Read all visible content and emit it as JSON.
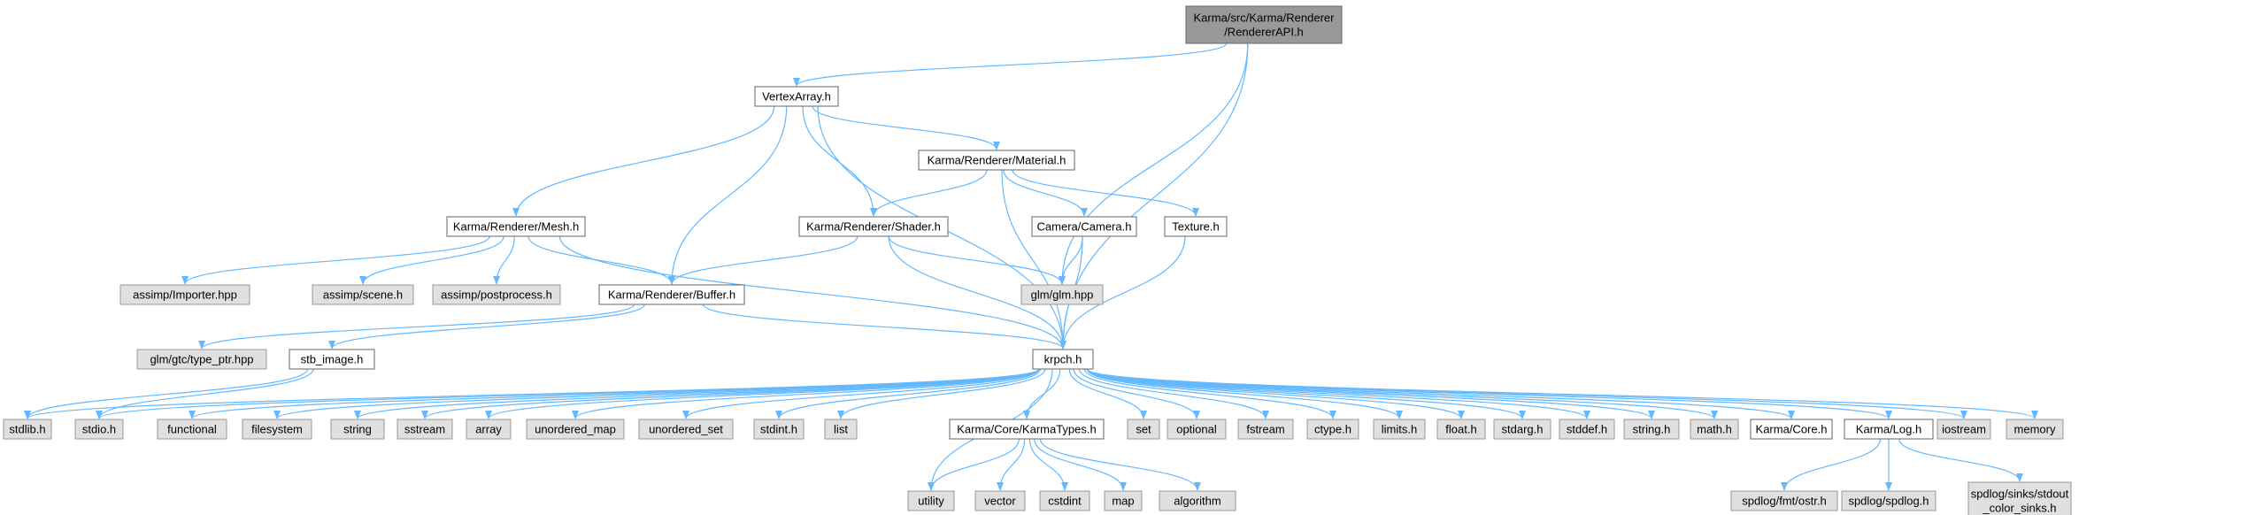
{
  "diagram": {
    "title": "",
    "colors": {
      "edge": "#63b8ff",
      "root_fill": "#999999",
      "file_fill": "#ffffff",
      "system_fill": "#e0e0e0",
      "border": "#666666"
    },
    "nodes": [
      {
        "id": "root",
        "kind": "root",
        "lines": [
          "Karma/src/Karma/Renderer",
          "/RendererAPI.h"
        ]
      },
      {
        "id": "vertexarray",
        "kind": "file",
        "lines": [
          "VertexArray.h"
        ]
      },
      {
        "id": "material",
        "kind": "file",
        "lines": [
          "Karma/Renderer/Material.h"
        ]
      },
      {
        "id": "mesh",
        "kind": "file",
        "lines": [
          "Karma/Renderer/Mesh.h"
        ]
      },
      {
        "id": "shader",
        "kind": "file",
        "lines": [
          "Karma/Renderer/Shader.h"
        ]
      },
      {
        "id": "camera",
        "kind": "file",
        "lines": [
          "Camera/Camera.h"
        ]
      },
      {
        "id": "texture",
        "kind": "file",
        "lines": [
          "Texture.h"
        ]
      },
      {
        "id": "importer",
        "kind": "system",
        "lines": [
          "assimp/Importer.hpp"
        ]
      },
      {
        "id": "scene",
        "kind": "system",
        "lines": [
          "assimp/scene.h"
        ]
      },
      {
        "id": "postprocess",
        "kind": "system",
        "lines": [
          "assimp/postprocess.h"
        ]
      },
      {
        "id": "buffer",
        "kind": "file",
        "lines": [
          "Karma/Renderer/Buffer.h"
        ]
      },
      {
        "id": "glm",
        "kind": "system",
        "lines": [
          "glm/glm.hpp"
        ]
      },
      {
        "id": "typeptr",
        "kind": "system",
        "lines": [
          "glm/gtc/type_ptr.hpp"
        ]
      },
      {
        "id": "stbimage",
        "kind": "file",
        "lines": [
          "stb_image.h"
        ]
      },
      {
        "id": "krpch",
        "kind": "file",
        "lines": [
          "krpch.h"
        ]
      },
      {
        "id": "stdlib",
        "kind": "system",
        "lines": [
          "stdlib.h"
        ]
      },
      {
        "id": "stdio",
        "kind": "system",
        "lines": [
          "stdio.h"
        ]
      },
      {
        "id": "functional",
        "kind": "system",
        "lines": [
          "functional"
        ]
      },
      {
        "id": "filesystem",
        "kind": "system",
        "lines": [
          "filesystem"
        ]
      },
      {
        "id": "string",
        "kind": "system",
        "lines": [
          "string"
        ]
      },
      {
        "id": "sstream",
        "kind": "system",
        "lines": [
          "sstream"
        ]
      },
      {
        "id": "array",
        "kind": "system",
        "lines": [
          "array"
        ]
      },
      {
        "id": "unordered_map",
        "kind": "system",
        "lines": [
          "unordered_map"
        ]
      },
      {
        "id": "unordered_set",
        "kind": "system",
        "lines": [
          "unordered_set"
        ]
      },
      {
        "id": "stdint",
        "kind": "system",
        "lines": [
          "stdint.h"
        ]
      },
      {
        "id": "list",
        "kind": "system",
        "lines": [
          "list"
        ]
      },
      {
        "id": "karmatypes",
        "kind": "file",
        "lines": [
          "Karma/Core/KarmaTypes.h"
        ]
      },
      {
        "id": "set",
        "kind": "system",
        "lines": [
          "set"
        ]
      },
      {
        "id": "optional",
        "kind": "system",
        "lines": [
          "optional"
        ]
      },
      {
        "id": "fstream",
        "kind": "system",
        "lines": [
          "fstream"
        ]
      },
      {
        "id": "ctype",
        "kind": "system",
        "lines": [
          "ctype.h"
        ]
      },
      {
        "id": "limits",
        "kind": "system",
        "lines": [
          "limits.h"
        ]
      },
      {
        "id": "float",
        "kind": "system",
        "lines": [
          "float.h"
        ]
      },
      {
        "id": "stdarg",
        "kind": "system",
        "lines": [
          "stdarg.h"
        ]
      },
      {
        "id": "stddef",
        "kind": "system",
        "lines": [
          "stddef.h"
        ]
      },
      {
        "id": "stringh",
        "kind": "system",
        "lines": [
          "string.h"
        ]
      },
      {
        "id": "math",
        "kind": "system",
        "lines": [
          "math.h"
        ]
      },
      {
        "id": "core",
        "kind": "file",
        "lines": [
          "Karma/Core.h"
        ]
      },
      {
        "id": "log",
        "kind": "file",
        "lines": [
          "Karma/Log.h"
        ]
      },
      {
        "id": "iostream",
        "kind": "system",
        "lines": [
          "iostream"
        ]
      },
      {
        "id": "memory",
        "kind": "system",
        "lines": [
          "memory"
        ]
      },
      {
        "id": "utility",
        "kind": "system",
        "lines": [
          "utility"
        ]
      },
      {
        "id": "vector",
        "kind": "system",
        "lines": [
          "vector"
        ]
      },
      {
        "id": "cstdint",
        "kind": "system",
        "lines": [
          "cstdint"
        ]
      },
      {
        "id": "map",
        "kind": "system",
        "lines": [
          "map"
        ]
      },
      {
        "id": "algorithm",
        "kind": "system",
        "lines": [
          "algorithm"
        ]
      },
      {
        "id": "fmtostr",
        "kind": "system",
        "lines": [
          "spdlog/fmt/ostr.h"
        ]
      },
      {
        "id": "spdlog",
        "kind": "system",
        "lines": [
          "spdlog/spdlog.h"
        ]
      },
      {
        "id": "sinks",
        "kind": "system",
        "lines": [
          "spdlog/sinks/stdout",
          "_color_sinks.h"
        ]
      }
    ],
    "edges": [
      [
        "root",
        "vertexarray"
      ],
      [
        "root",
        "glm"
      ],
      [
        "root",
        "krpch"
      ],
      [
        "vertexarray",
        "mesh"
      ],
      [
        "vertexarray",
        "material"
      ],
      [
        "vertexarray",
        "shader"
      ],
      [
        "vertexarray",
        "buffer"
      ],
      [
        "vertexarray",
        "krpch"
      ],
      [
        "material",
        "shader"
      ],
      [
        "material",
        "camera"
      ],
      [
        "material",
        "texture"
      ],
      [
        "material",
        "krpch"
      ],
      [
        "mesh",
        "importer"
      ],
      [
        "mesh",
        "scene"
      ],
      [
        "mesh",
        "postprocess"
      ],
      [
        "mesh",
        "buffer"
      ],
      [
        "mesh",
        "krpch"
      ],
      [
        "shader",
        "buffer"
      ],
      [
        "shader",
        "glm"
      ],
      [
        "shader",
        "krpch"
      ],
      [
        "camera",
        "glm"
      ],
      [
        "camera",
        "krpch"
      ],
      [
        "texture",
        "krpch"
      ],
      [
        "buffer",
        "typeptr"
      ],
      [
        "buffer",
        "stbimage"
      ],
      [
        "buffer",
        "krpch"
      ],
      [
        "stbimage",
        "stdlib"
      ],
      [
        "stbimage",
        "stdio"
      ],
      [
        "krpch",
        "stdlib"
      ],
      [
        "krpch",
        "stdio"
      ],
      [
        "krpch",
        "functional"
      ],
      [
        "krpch",
        "filesystem"
      ],
      [
        "krpch",
        "string"
      ],
      [
        "krpch",
        "sstream"
      ],
      [
        "krpch",
        "array"
      ],
      [
        "krpch",
        "unordered_map"
      ],
      [
        "krpch",
        "unordered_set"
      ],
      [
        "krpch",
        "stdint"
      ],
      [
        "krpch",
        "list"
      ],
      [
        "krpch",
        "karmatypes"
      ],
      [
        "krpch",
        "set"
      ],
      [
        "krpch",
        "optional"
      ],
      [
        "krpch",
        "fstream"
      ],
      [
        "krpch",
        "ctype"
      ],
      [
        "krpch",
        "limits"
      ],
      [
        "krpch",
        "float"
      ],
      [
        "krpch",
        "stdarg"
      ],
      [
        "krpch",
        "stddef"
      ],
      [
        "krpch",
        "stringh"
      ],
      [
        "krpch",
        "math"
      ],
      [
        "krpch",
        "core"
      ],
      [
        "krpch",
        "log"
      ],
      [
        "krpch",
        "iostream"
      ],
      [
        "krpch",
        "memory"
      ],
      [
        "krpch",
        "utility"
      ],
      [
        "karmatypes",
        "utility"
      ],
      [
        "karmatypes",
        "vector"
      ],
      [
        "karmatypes",
        "cstdint"
      ],
      [
        "karmatypes",
        "map"
      ],
      [
        "karmatypes",
        "algorithm"
      ],
      [
        "log",
        "fmtostr"
      ],
      [
        "log",
        "spdlog"
      ],
      [
        "log",
        "sinks"
      ]
    ]
  }
}
